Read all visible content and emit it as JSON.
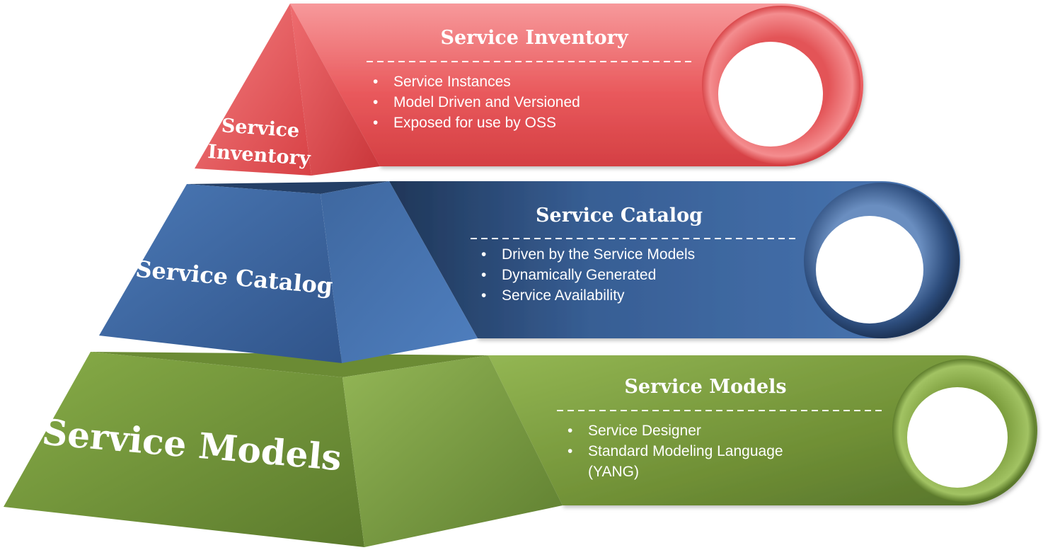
{
  "colors": {
    "red": "#e04a4e",
    "blue": "#3d69a8",
    "green": "#7d9e3c",
    "text": "#ffffff"
  },
  "pyramid": {
    "top_label_line1": "Service",
    "top_label_line2": "Inventory",
    "middle_label": "Service Catalog",
    "bottom_label": "Service Models"
  },
  "panels": {
    "inventory": {
      "title": "Service Inventory",
      "items": [
        "Service Instances",
        "Model Driven and Versioned",
        "Exposed for use by OSS"
      ]
    },
    "catalog": {
      "title": "Service Catalog",
      "items": [
        "Driven by the Service Models",
        "Dynamically Generated",
        "Service Availability"
      ]
    },
    "models": {
      "title": "Service Models",
      "items": [
        "Service Designer",
        "Standard Modeling Language",
        "(YANG)"
      ]
    }
  },
  "bullet_glyph": "•"
}
